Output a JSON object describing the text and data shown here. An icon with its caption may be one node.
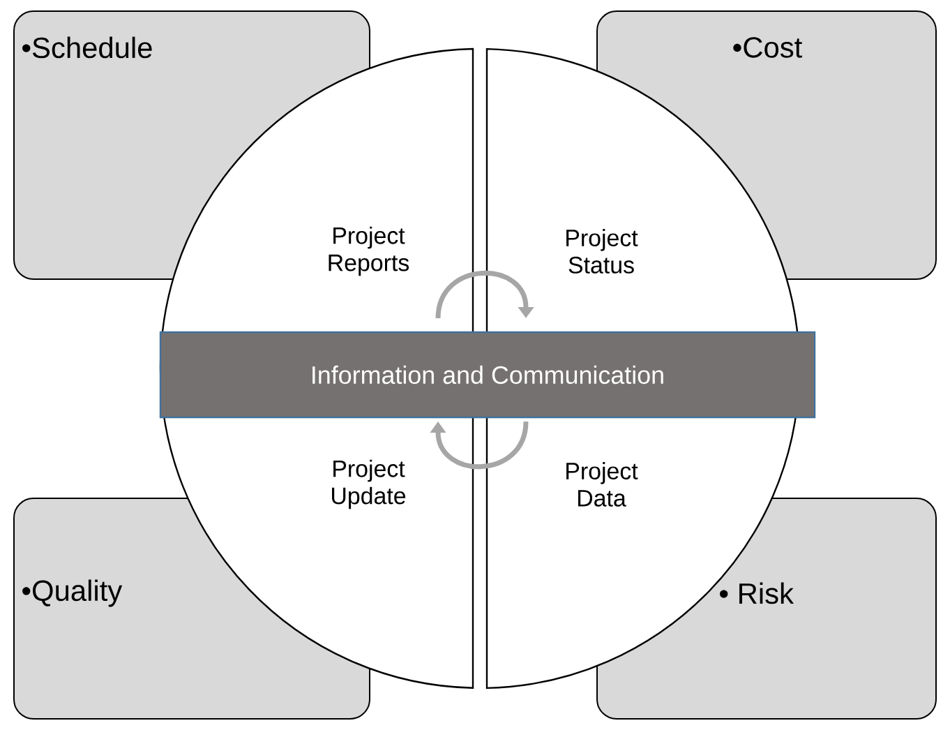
{
  "diagram": {
    "nodes": [
      {
        "text": [
          "•Schedule"
        ]
      },
      {
        "text": [
          "•Cost"
        ]
      },
      {
        "text": [],
        "shape": "semicircle"
      },
      {
        "text": [],
        "shape": "semicircle"
      },
      {
        "text": [
          "Project Reports"
        ],
        "in": 2
      },
      {
        "text": [
          "Project Status"
        ],
        "in": 3
      },
      {
        "text": [
          "Project Update"
        ],
        "in": 2
      },
      {
        "text": [
          "Project Data"
        ],
        "in": 3
      },
      {
        "text": [
          "Information and Communication"
        ]
      },
      {
        "text": [
          "•Quality"
        ]
      },
      {
        "text": [
          "• Risk"
        ]
      }
    ]
  }
}
